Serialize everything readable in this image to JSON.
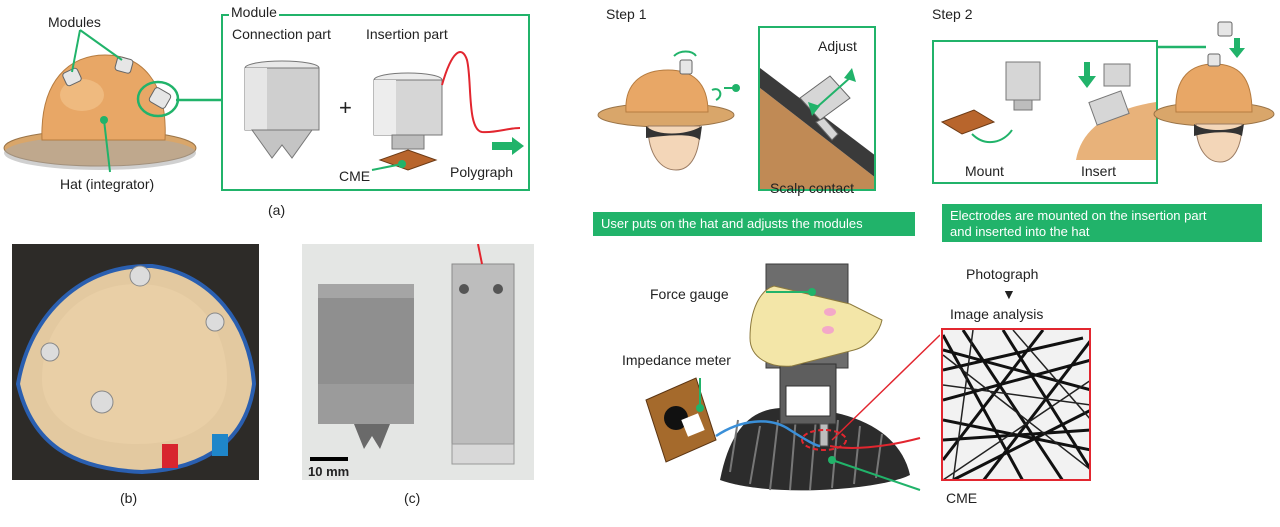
{
  "panel_a": {
    "modules_label": "Modules",
    "hat_label": "Hat (integrator)",
    "module_title": "Module",
    "connection_label": "Connection part",
    "insertion_label": "Insertion part",
    "plus_sign": "+",
    "cme_label": "CME",
    "polygraph_label": "Polygraph",
    "caption": "(a)"
  },
  "panel_b": {
    "caption": "(b)"
  },
  "panel_c": {
    "scale_label": "10 mm",
    "caption": "(c)"
  },
  "step1": {
    "title": "Step 1",
    "adjust_label": "Adjust",
    "scalp_contact_label": "Scalp contact",
    "band_text": "User puts on the hat and adjusts the modules"
  },
  "step2": {
    "title": "Step 2",
    "mount_label": "Mount",
    "insert_label": "Insert",
    "band_line1": "Electrodes are mounted on the insertion part",
    "band_line2": "and inserted into the hat"
  },
  "measurement": {
    "force_gauge_label": "Force gauge",
    "photograph_label": "Photograph",
    "arrow_glyph": "▼",
    "image_analysis_label": "Image analysis",
    "impedance_label": "Impedance meter",
    "cme_label": "CME"
  },
  "colors": {
    "green": "#21b36a",
    "red": "#e2262f",
    "hat": "#e8a766",
    "brim": "#d7a060"
  }
}
